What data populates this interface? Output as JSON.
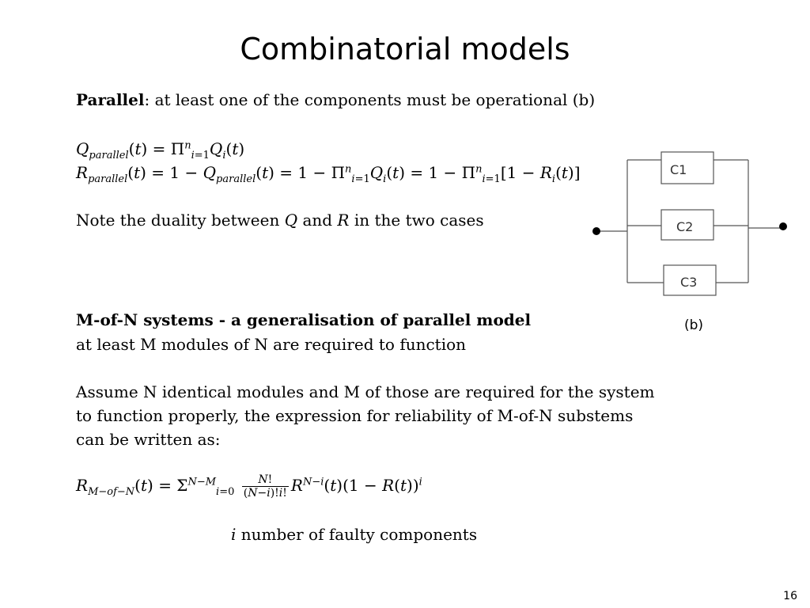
{
  "title": "Combinatorial models",
  "parallel": {
    "heading": "Parallel",
    "desc": ": at least one of the components must be operational (b)",
    "note_pre": "Note the duality between ",
    "note_q": "Q",
    "note_and": " and ",
    "note_r": "R",
    "note_post": " in the two cases"
  },
  "mofn": {
    "heading": "M-of-N systems - a generalisation of parallel model",
    "line1": "at least M modules of N are required to function",
    "para1": "Assume N identical modules and M of those are required for the system",
    "para2": "to function properly, the expression for reliability of M-of-N substems",
    "para3": "can be written as:",
    "faulty_i": "i",
    "faulty_text": " number of faulty components"
  },
  "diagram": {
    "components": [
      "C1",
      "C2",
      "C3"
    ],
    "label": "(b)"
  },
  "page_number": "16"
}
